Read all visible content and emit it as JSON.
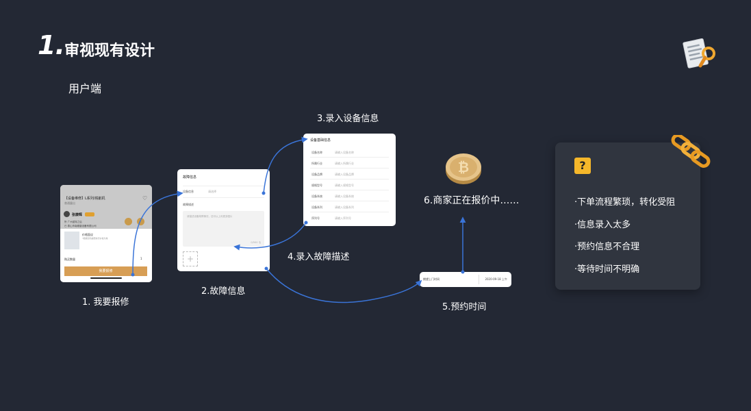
{
  "heading": {
    "number": "1.",
    "title": "审视现有设计"
  },
  "section_label": "用户端",
  "steps": {
    "s1": "1. 我要报修",
    "s2": "2.故障信息",
    "s3": "3.录入设备信息",
    "s4": "4.录入故障描述",
    "s5": "5.预约时间",
    "s6": "6.商家正在报价中……"
  },
  "phone": {
    "title": "【设备维修】L系列/铣削机",
    "subtitle": "普通露出",
    "name": "张康辉",
    "line1": "所  广州诺特之后",
    "line2": "已  泰山市南顺普设备有限公司",
    "service": "价格面议",
    "service_sub": "*根据实际故障情况价格为准",
    "qty": "购买数量",
    "qty_value": "1",
    "button": "我要报修"
  },
  "fault_card": {
    "title": "故障信息",
    "row_label": "设备信息",
    "row_value": "请选择",
    "desc_label": "故障描述",
    "desc_placeholder": "请描述设备故障情况，还可以上传更多图片",
    "counter": "0/500"
  },
  "device_card": {
    "title": "设备基础信息",
    "rows": [
      {
        "label": "设备名称",
        "placeholder": "请输入设备名称"
      },
      {
        "label": "所属行业",
        "placeholder": "请输入所属行业"
      },
      {
        "label": "设备品牌",
        "placeholder": "请输入设备品牌"
      },
      {
        "label": "规格型号",
        "placeholder": "请输入规格型号"
      },
      {
        "label": "设备系统",
        "placeholder": "请输入设备系统"
      },
      {
        "label": "设备系列",
        "placeholder": "请输入设备系列"
      },
      {
        "label": "序列号",
        "placeholder": "请输入序列号"
      }
    ]
  },
  "appointment": {
    "label": "期望上门时间",
    "value": "2020-09-18 上午"
  },
  "summary": {
    "items": [
      "·下单流程繁琐，转化受阻",
      "·信息录入太多",
      "·预约信息不合理",
      "·等待时间不明确"
    ]
  },
  "colors": {
    "background": "#232834",
    "panel": "#30353f",
    "accent": "#3a74d8",
    "gold": "#d79e55",
    "question": "#f5b72a"
  },
  "icons": [
    "document-magnifier-icon",
    "chain-link-icon",
    "bitcoin-coin-icon",
    "question-icon",
    "heart-icon",
    "microphone-icon",
    "add-photo-icon"
  ]
}
